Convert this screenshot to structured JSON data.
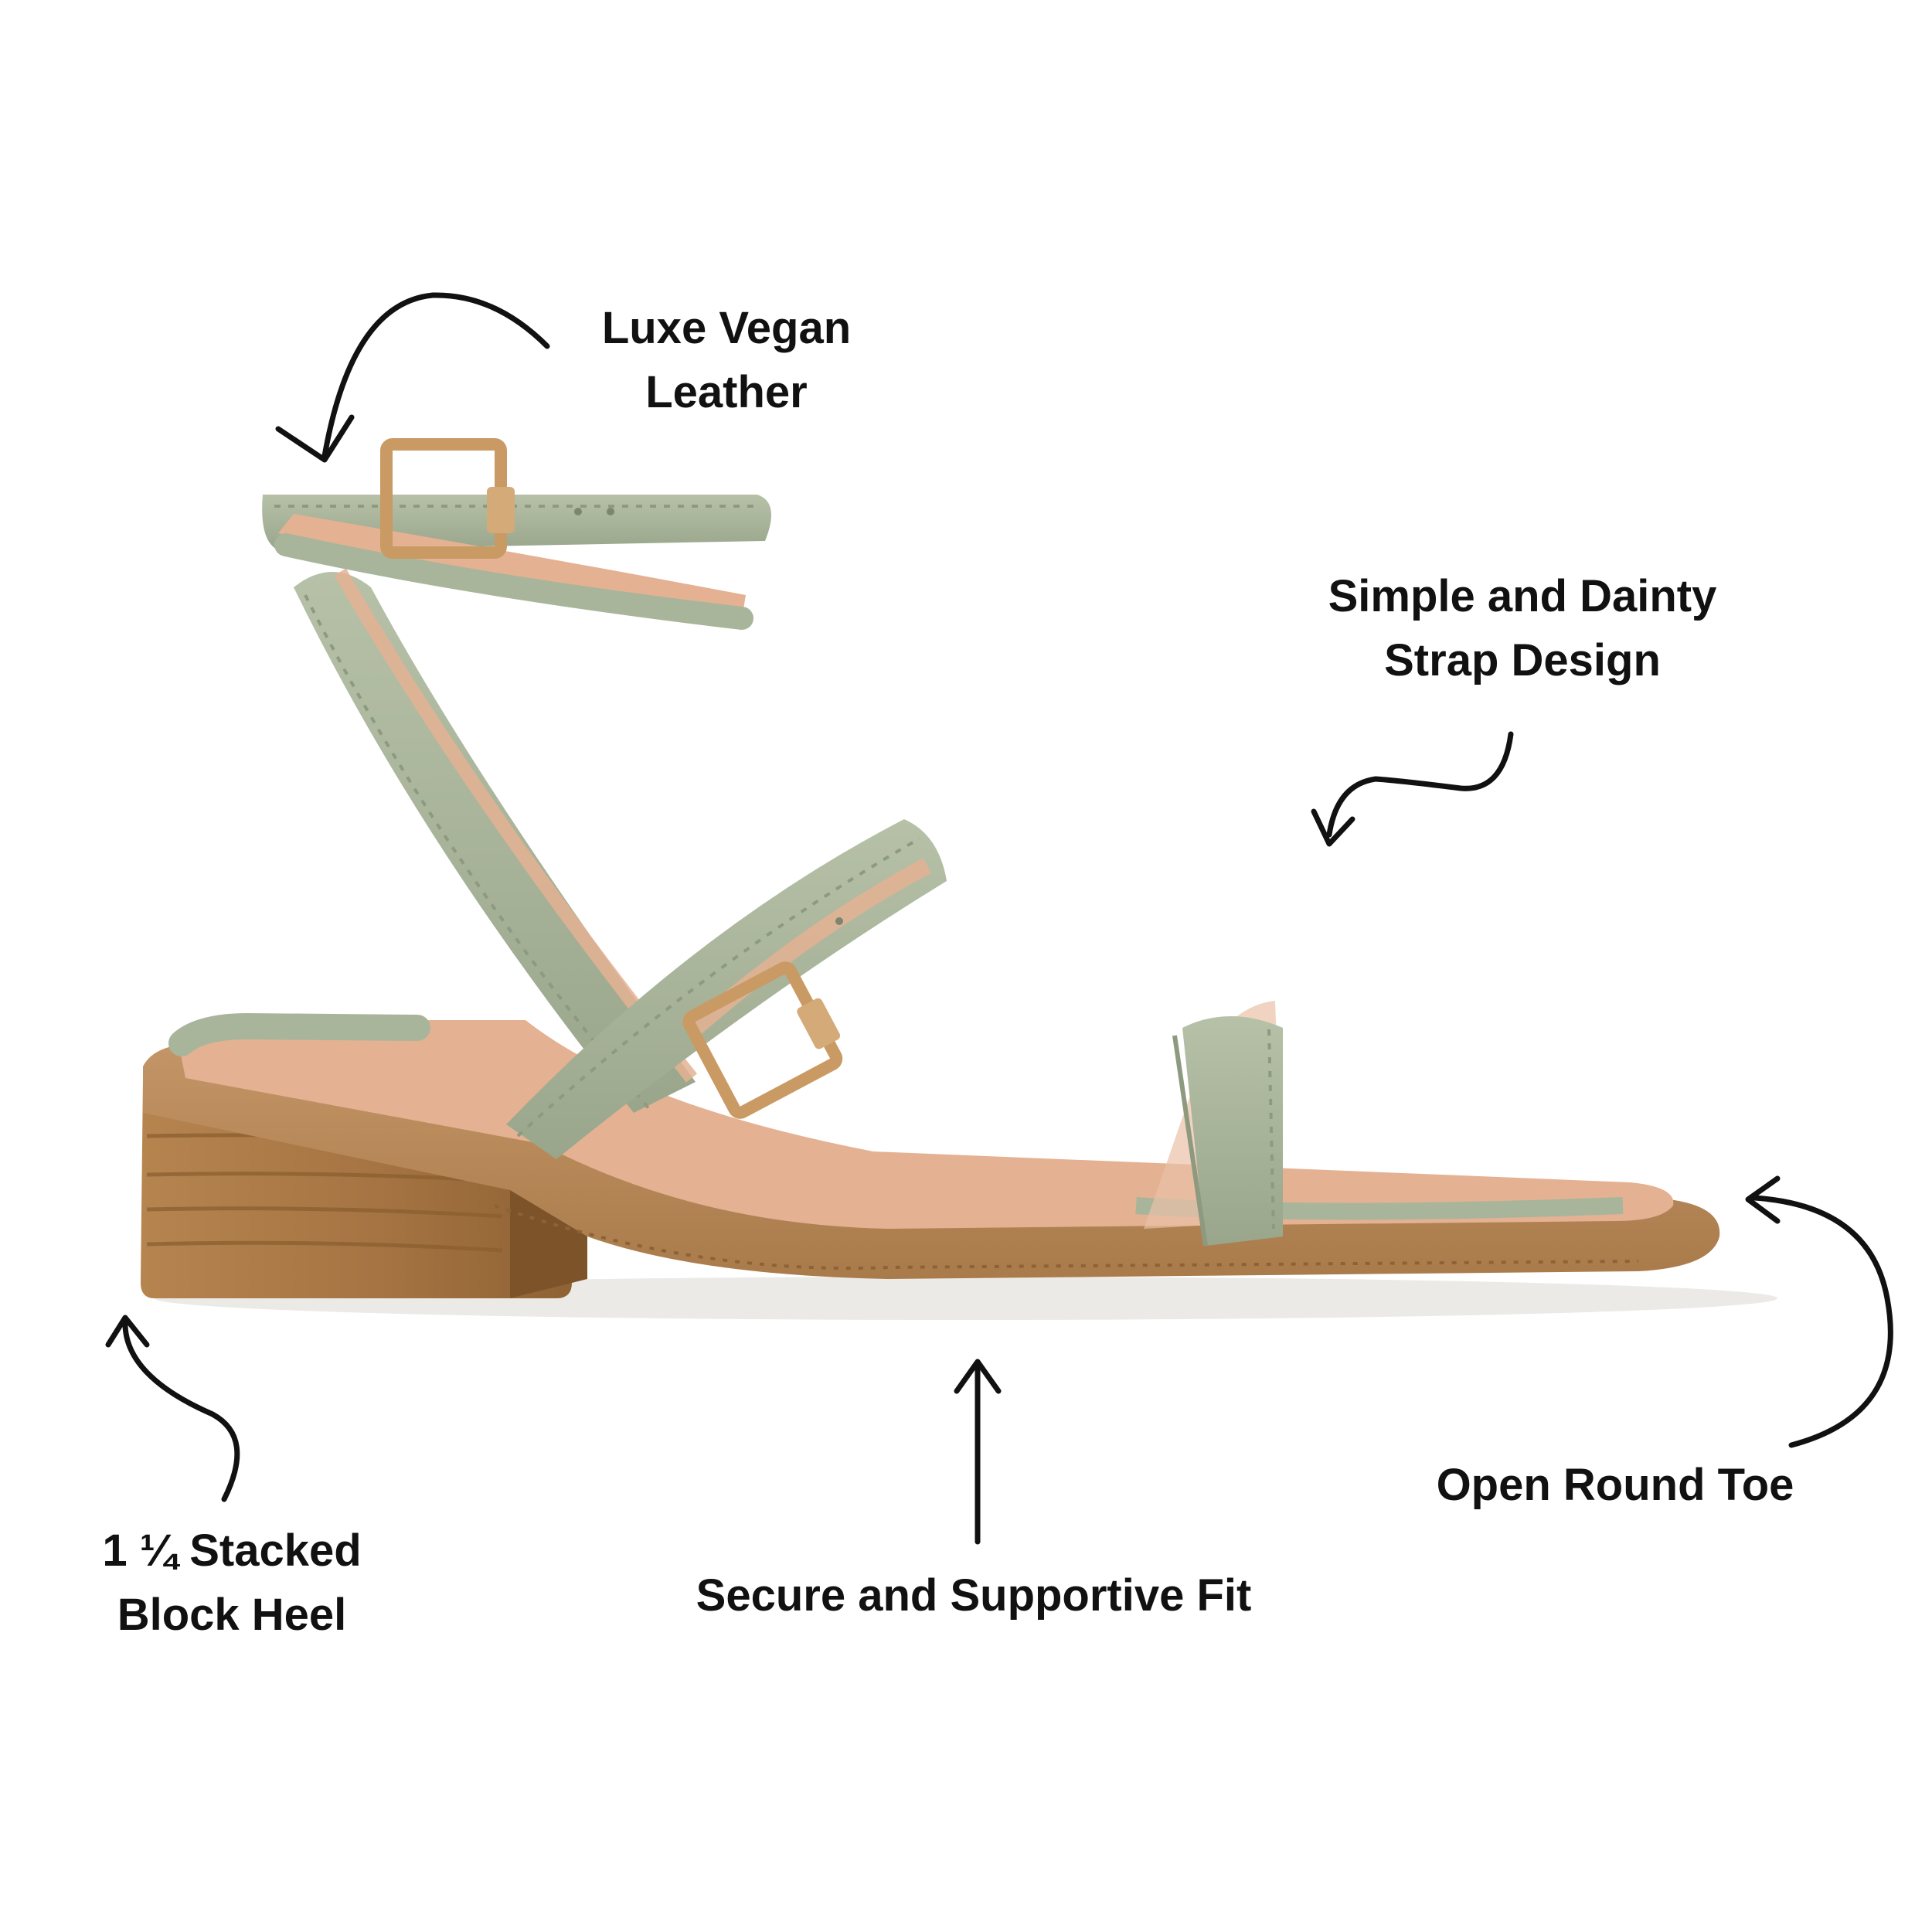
{
  "colors": {
    "background": "#ffffff",
    "label_text": "#111111",
    "arrow": "#111111",
    "strap_sage": "#a9b59b",
    "strap_shadow": "#8e9a80",
    "insole_blush": "#e6b396",
    "sole_tan": "#b98a59",
    "heel_wood": "#a97946",
    "buckle_gold": "#c99a63"
  },
  "callouts": {
    "leather": {
      "line1": "Luxe Vegan",
      "line2": "Leather"
    },
    "strap": {
      "line1": "Simple and Dainty",
      "line2": "Strap Design"
    },
    "heel": {
      "line1": "1 ¼ Stacked",
      "line2": "Block Heel"
    },
    "fit": {
      "line1": "Secure and Supportive Fit"
    },
    "toe": {
      "line1": "Open Round Toe"
    }
  }
}
